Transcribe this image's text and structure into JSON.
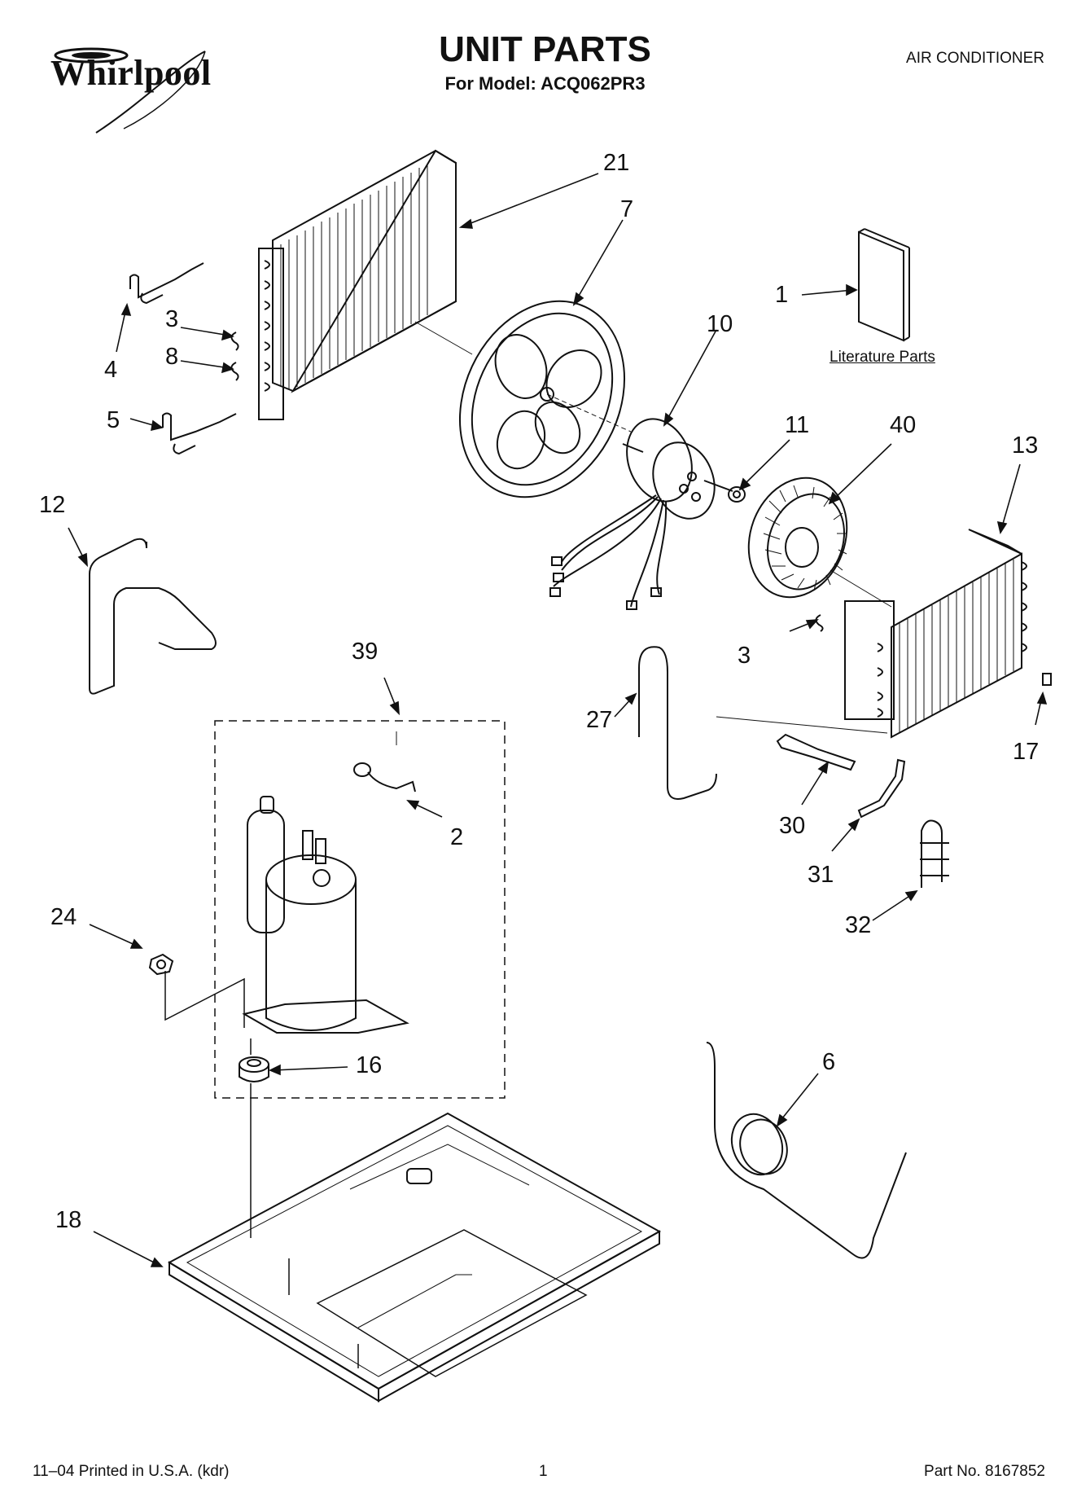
{
  "header": {
    "brand": "Whirlpool",
    "title": "UNIT PARTS",
    "subtitle": "For Model: ACQ062PR3",
    "product_type": "AIR CONDITIONER"
  },
  "literature_label": "Literature Parts",
  "callouts": [
    {
      "id": "c21",
      "text": "21"
    },
    {
      "id": "c7",
      "text": "7"
    },
    {
      "id": "c1",
      "text": "1"
    },
    {
      "id": "c10",
      "text": "10"
    },
    {
      "id": "c3a",
      "text": "3"
    },
    {
      "id": "c8",
      "text": "8"
    },
    {
      "id": "c4",
      "text": "4"
    },
    {
      "id": "c5",
      "text": "5"
    },
    {
      "id": "c11",
      "text": "11"
    },
    {
      "id": "c40",
      "text": "40"
    },
    {
      "id": "c13",
      "text": "13"
    },
    {
      "id": "c12",
      "text": "12"
    },
    {
      "id": "c3b",
      "text": "3"
    },
    {
      "id": "c39",
      "text": "39"
    },
    {
      "id": "c27",
      "text": "27"
    },
    {
      "id": "c17",
      "text": "17"
    },
    {
      "id": "c2",
      "text": "2"
    },
    {
      "id": "c30",
      "text": "30"
    },
    {
      "id": "c31",
      "text": "31"
    },
    {
      "id": "c24",
      "text": "24"
    },
    {
      "id": "c32",
      "text": "32"
    },
    {
      "id": "c16",
      "text": "16"
    },
    {
      "id": "c6",
      "text": "6"
    },
    {
      "id": "c18",
      "text": "18"
    }
  ],
  "footer": {
    "left": "11–04 Printed in U.S.A. (kdr)",
    "page": "1",
    "right": "Part No. 8167852"
  }
}
